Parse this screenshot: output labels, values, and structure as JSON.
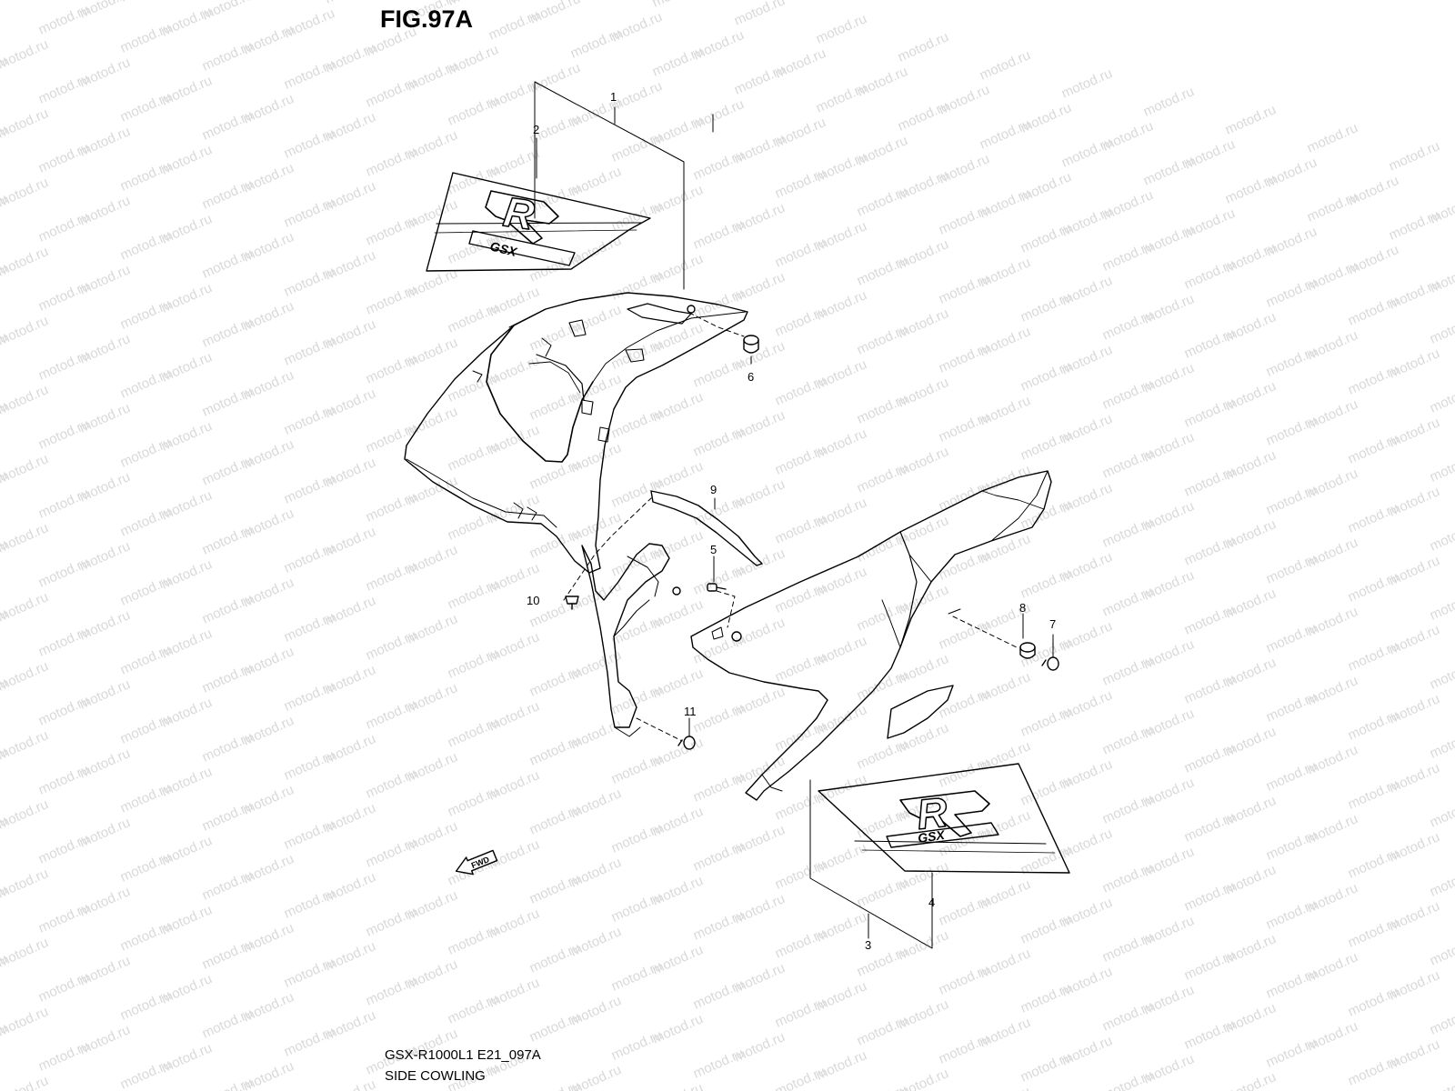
{
  "figure": {
    "title": "FIG.97A",
    "code": "GSX-R1000L1 E21_097A",
    "name": "SIDE COWLING"
  },
  "watermark": {
    "text": "motod.ru",
    "color": "#d9d9d9"
  },
  "callouts": [
    {
      "id": "1",
      "label": "1"
    },
    {
      "id": "2",
      "label": "2"
    },
    {
      "id": "3",
      "label": "3"
    },
    {
      "id": "4",
      "label": "4"
    },
    {
      "id": "5",
      "label": "5"
    },
    {
      "id": "6",
      "label": "6"
    },
    {
      "id": "7",
      "label": "7"
    },
    {
      "id": "8",
      "label": "8"
    },
    {
      "id": "9",
      "label": "9"
    },
    {
      "id": "10",
      "label": "10"
    },
    {
      "id": "11",
      "label": "11"
    }
  ],
  "direction_arrow": {
    "label": "FWD"
  },
  "decal_logo": {
    "letter": "R",
    "text": "GSX"
  },
  "colors": {
    "line": "#000000",
    "background": "#ffffff"
  }
}
